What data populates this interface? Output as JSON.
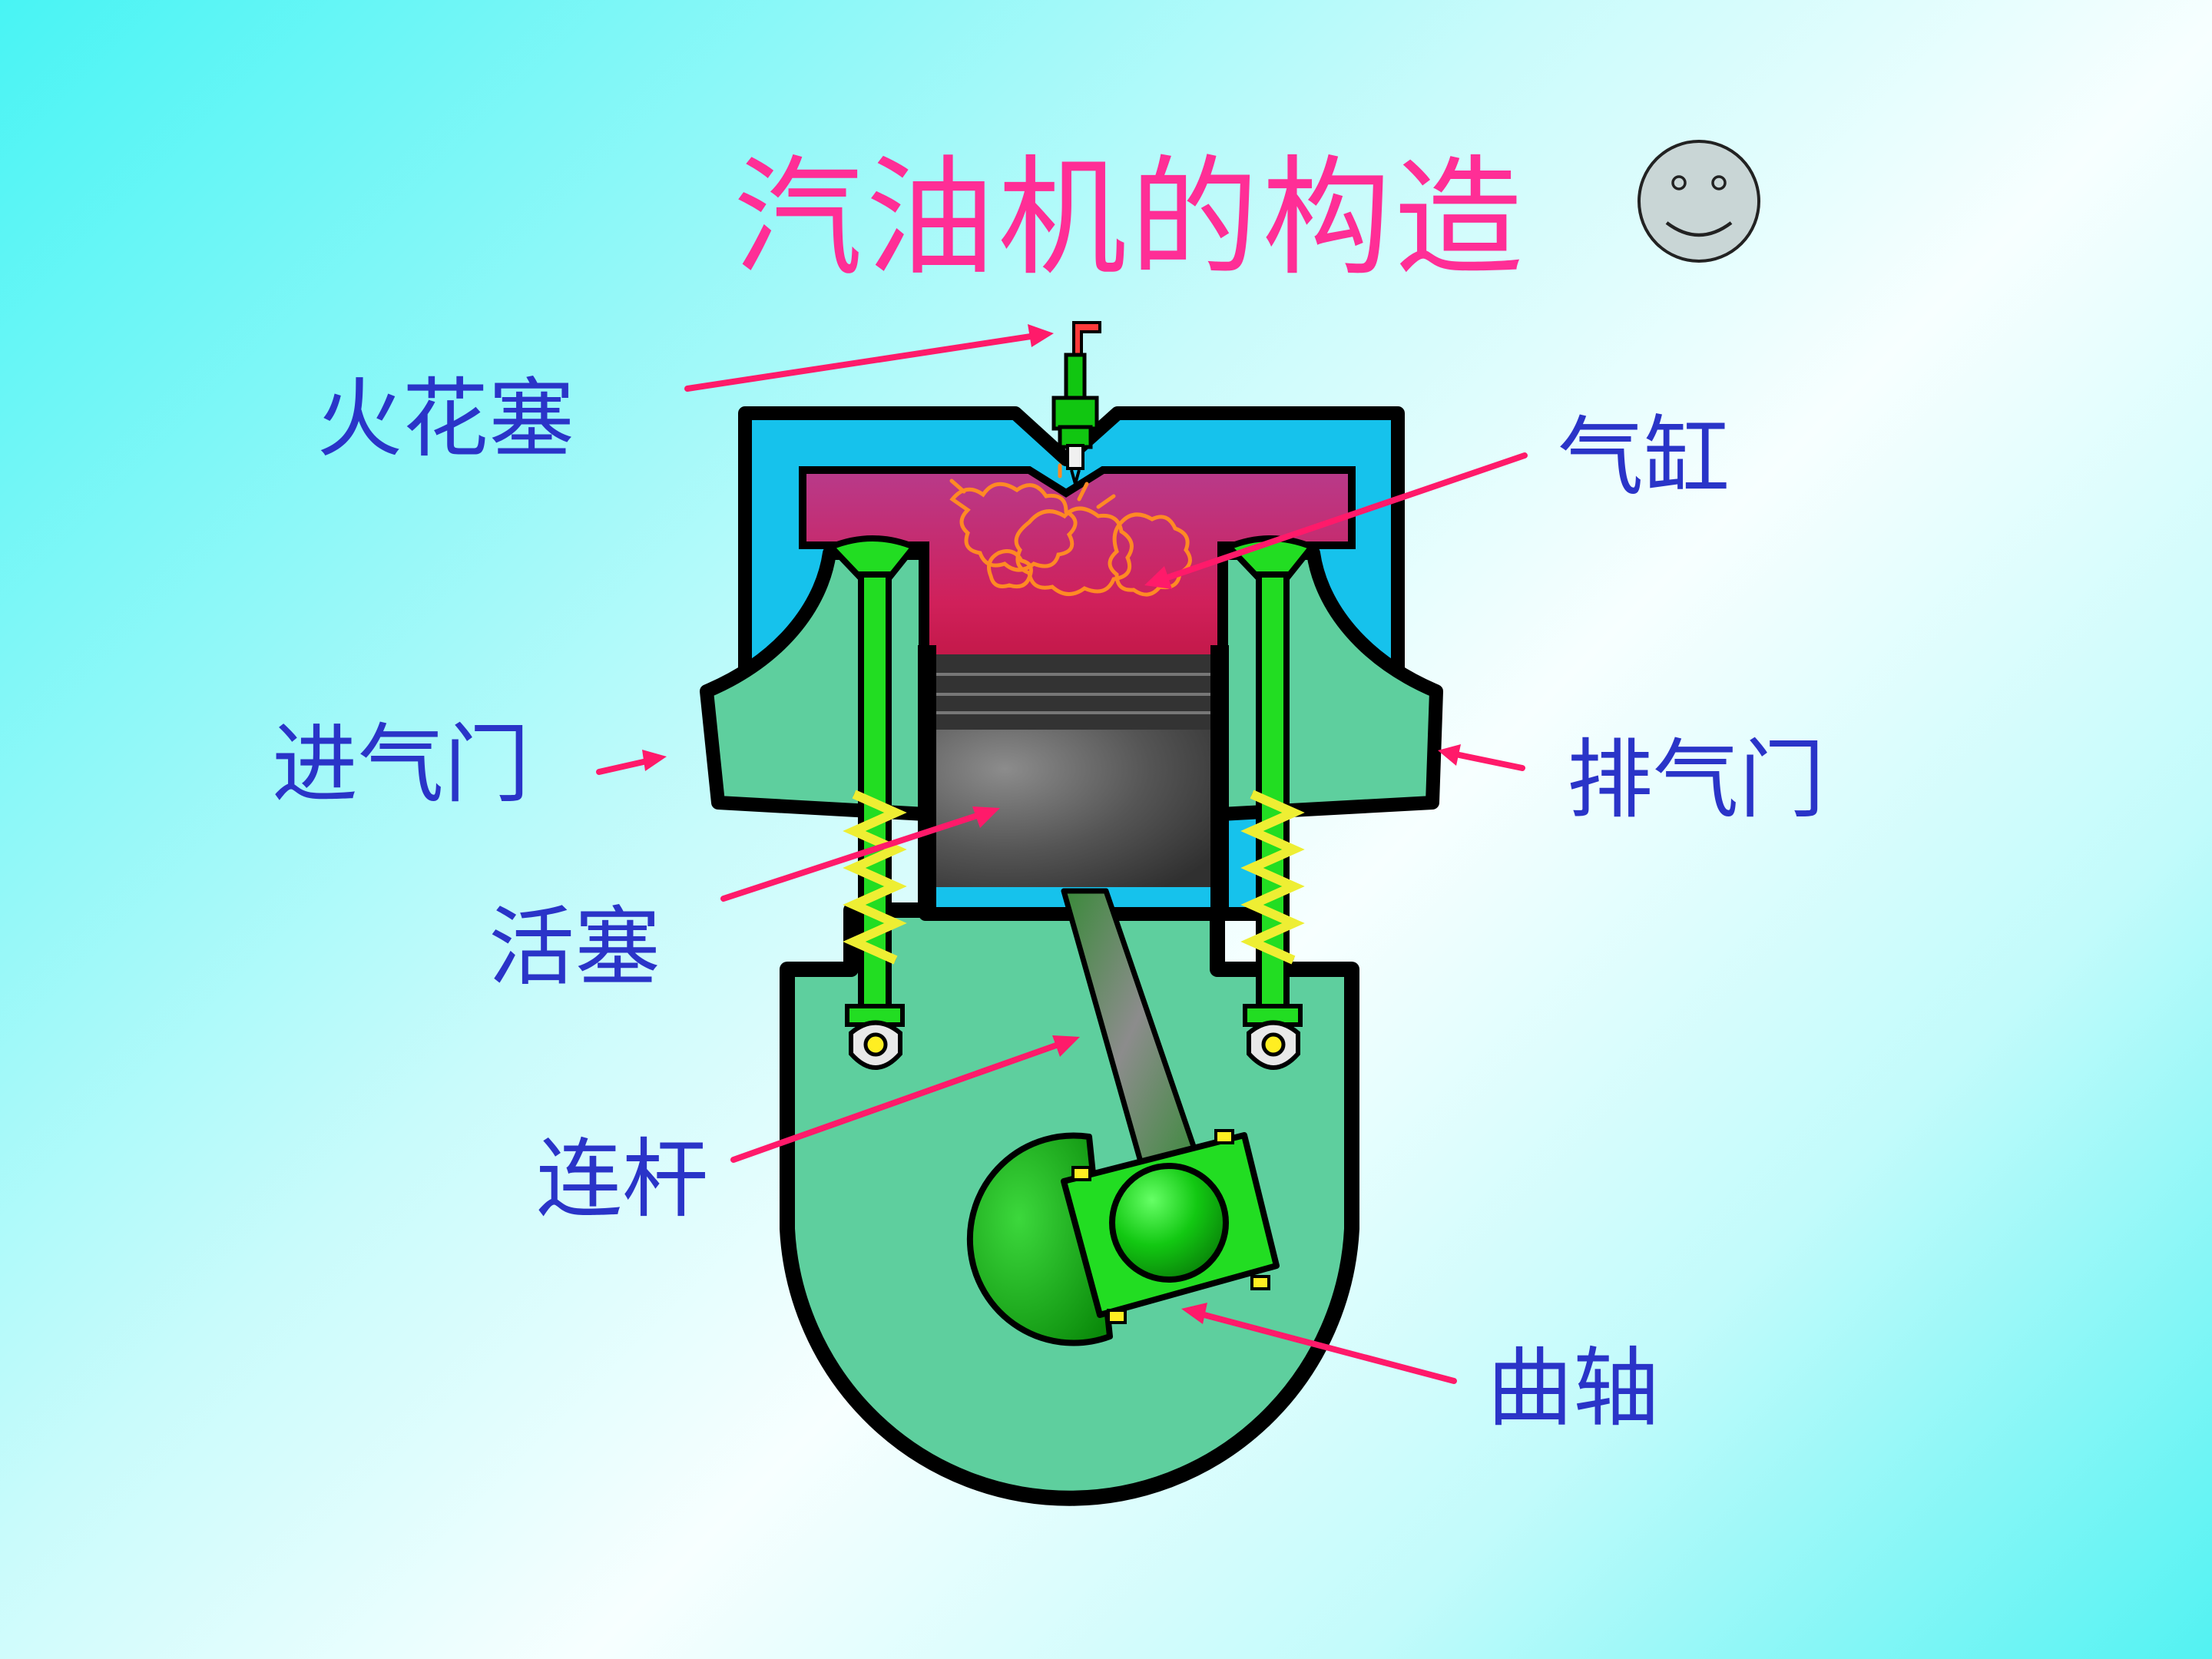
{
  "title": "汽油机的构造",
  "labels": {
    "spark_plug": "火花塞",
    "cylinder": "气缸",
    "intake_valve": "进气门",
    "exhaust_valve": "排气门",
    "piston": "活塞",
    "connecting_rod": "连杆",
    "crankshaft": "曲轴"
  },
  "icons": [
    "smiley-face-icon"
  ],
  "colors": {
    "title": "#ff2e96",
    "label": "#2a34c8",
    "arrow": "#ff1a6a",
    "water_jacket": "#16c2ec",
    "combustion_chamber": "#c8204e",
    "engine_body": "#5ecf9e",
    "valve_parts": "#22dd22",
    "spring": "#eeee33",
    "piston": "#4d4d4d"
  }
}
